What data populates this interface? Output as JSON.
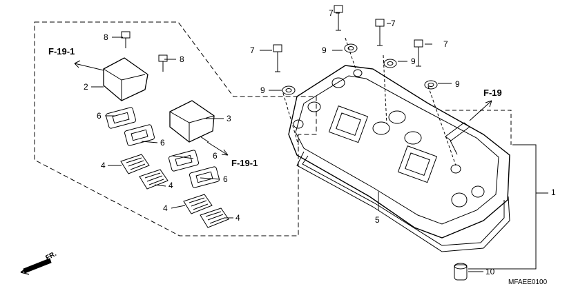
{
  "diagram": {
    "callouts": [
      "7",
      "7",
      "7",
      "7",
      "8",
      "8",
      "9",
      "9",
      "9",
      "9",
      "2",
      "3",
      "6",
      "6",
      "6",
      "6",
      "4",
      "4",
      "4",
      "4",
      "5",
      "1",
      "10"
    ],
    "references": {
      "f19_1_top": "F-19-1",
      "f19_1_bottom": "F-19-1",
      "f19": "F-19"
    },
    "diagram_code": "MFAEE0100",
    "direction_label": "FR."
  },
  "colors": {
    "line": "#000000",
    "background": "#ffffff"
  }
}
